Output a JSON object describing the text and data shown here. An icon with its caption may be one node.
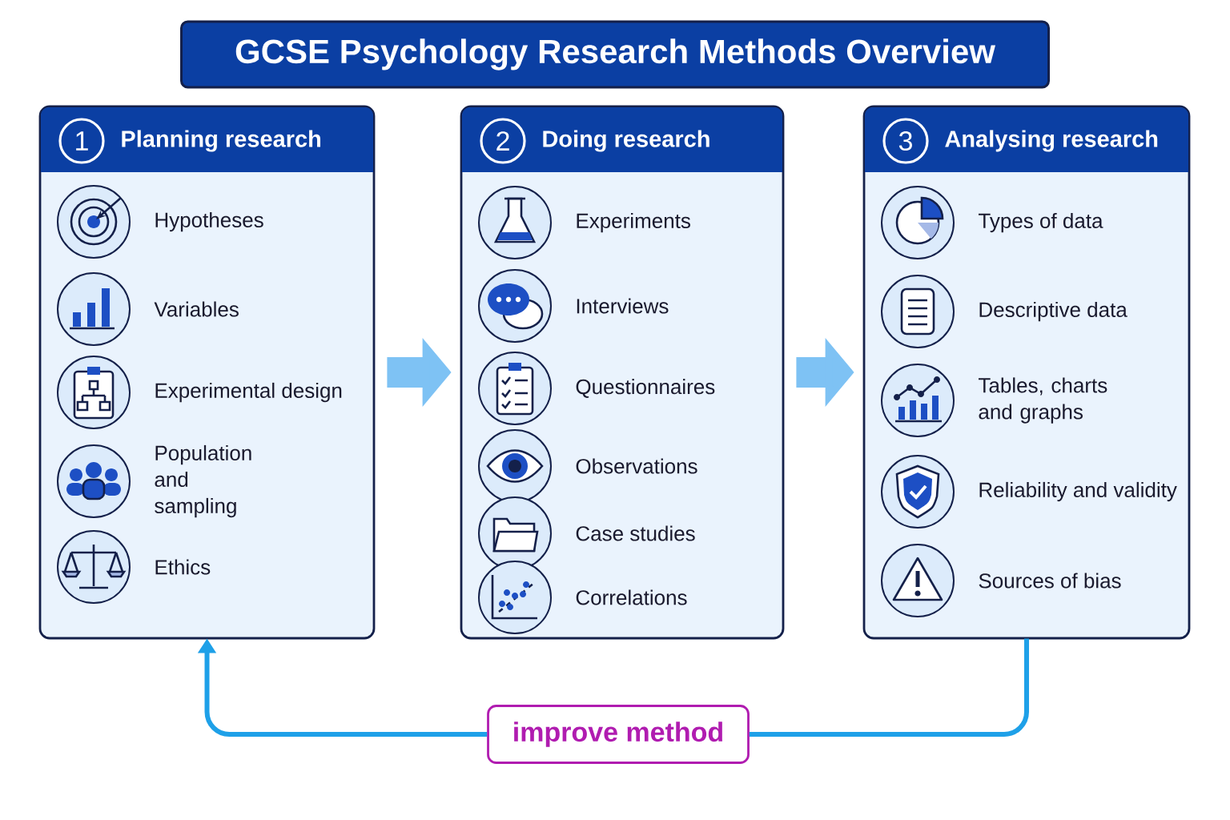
{
  "diagram": {
    "title": "GCSE Psychology Research Methods Overview",
    "nodes": [
      {
        "text": [
          "1",
          "Planning research"
        ]
      },
      {
        "text": [
          "Hypotheses"
        ],
        "in": 0
      },
      {
        "text": [
          "Variables"
        ],
        "in": 0
      },
      {
        "text": [
          "Experimental design"
        ],
        "in": 0
      },
      {
        "text": [
          "Population and sampling"
        ],
        "in": 0
      },
      {
        "text": [
          "Ethics"
        ],
        "in": 0
      },
      {
        "text": [
          "2",
          "Doing research"
        ]
      },
      {
        "text": [
          "Experiments"
        ],
        "in": 6
      },
      {
        "text": [
          "Interviews"
        ],
        "in": 6
      },
      {
        "text": [
          "Questionnaires"
        ],
        "in": 6
      },
      {
        "text": [
          "Observations"
        ],
        "in": 6
      },
      {
        "text": [
          "Case studies"
        ],
        "in": 6
      },
      {
        "text": [
          "Correlations"
        ],
        "in": 6
      },
      {
        "text": [
          "3",
          "Analysing research"
        ]
      },
      {
        "text": [
          "Types of data"
        ],
        "in": 13
      },
      {
        "text": [
          "Descriptive data"
        ],
        "in": 13
      },
      {
        "text": [
          "Tables, charts and graphs"
        ],
        "in": 13
      },
      {
        "text": [
          "Reliability and validity"
        ],
        "in": 13
      },
      {
        "text": [
          "Sources of bias"
        ],
        "in": 13
      },
      {
        "text": [
          "improve method"
        ]
      }
    ],
    "edges": [
      {
        "from": 0,
        "to": 6,
        "arrow": "to",
        "style": "thick",
        "color": "#7ec2f4"
      },
      {
        "from": 6,
        "to": 13,
        "arrow": "to",
        "style": "thick",
        "color": "#7ec2f4"
      },
      {
        "from": 13,
        "to": 19,
        "arrow": "none",
        "color": "#1ea0e8"
      },
      {
        "from": 19,
        "to": 0,
        "arrow": "to",
        "color": "#1ea0e8"
      }
    ]
  }
}
